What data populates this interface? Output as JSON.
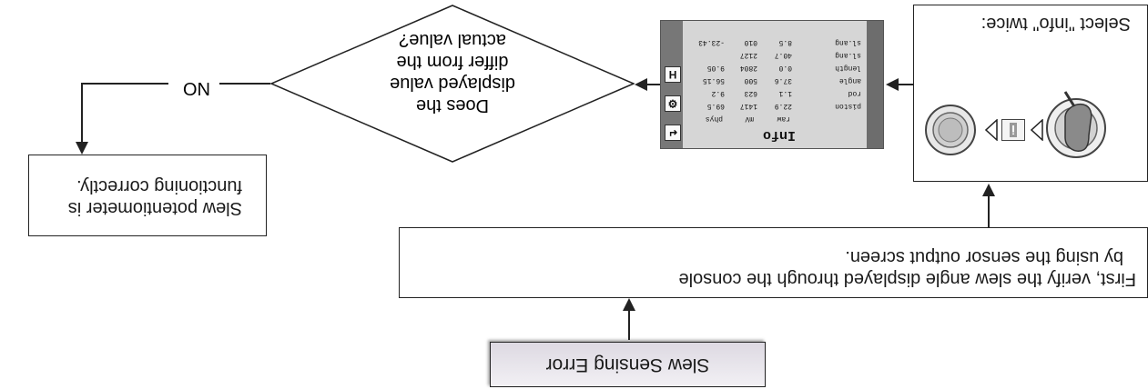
{
  "start": {
    "label": "Slew Sensing Error"
  },
  "verify": {
    "line1": "First, verify the slew angle displayed through the console",
    "line2": "by using the sensor output screen."
  },
  "select_info": {
    "label": "Select \"info\" twice:"
  },
  "info_screen": {
    "title": "Info",
    "headers": [
      "raw",
      "mV",
      "phys"
    ],
    "rows": [
      {
        "name": "piston",
        "raw": "22.9",
        "mv": "1417",
        "phys": "69.5"
      },
      {
        "name": "rod",
        "raw": "1.1",
        "mv": "623",
        "phys": "9.2"
      },
      {
        "name": "angle",
        "raw": "37.6",
        "mv": "500",
        "phys": "56.15"
      },
      {
        "name": "length",
        "raw": "0.0",
        "mv": "2804",
        "phys": "9.05"
      },
      {
        "name": "sl.ang",
        "raw": "40.7",
        "mv": "2127",
        "phys": ""
      },
      {
        "name": "sl.ang",
        "raw": "8.5",
        "mv": "010",
        "phys": "-23.43"
      }
    ]
  },
  "decision": {
    "line1": "Does the",
    "line2": "displayed value",
    "line3": "differ from the",
    "line4": "actual value?",
    "no_label": "NO"
  },
  "result": {
    "line1": "Slew potentiometer is",
    "line2": "functioning correctly."
  },
  "colors": {
    "line": "#222222",
    "start_fill": "#e6e3ea",
    "screen_bg": "#d6d6d6"
  }
}
